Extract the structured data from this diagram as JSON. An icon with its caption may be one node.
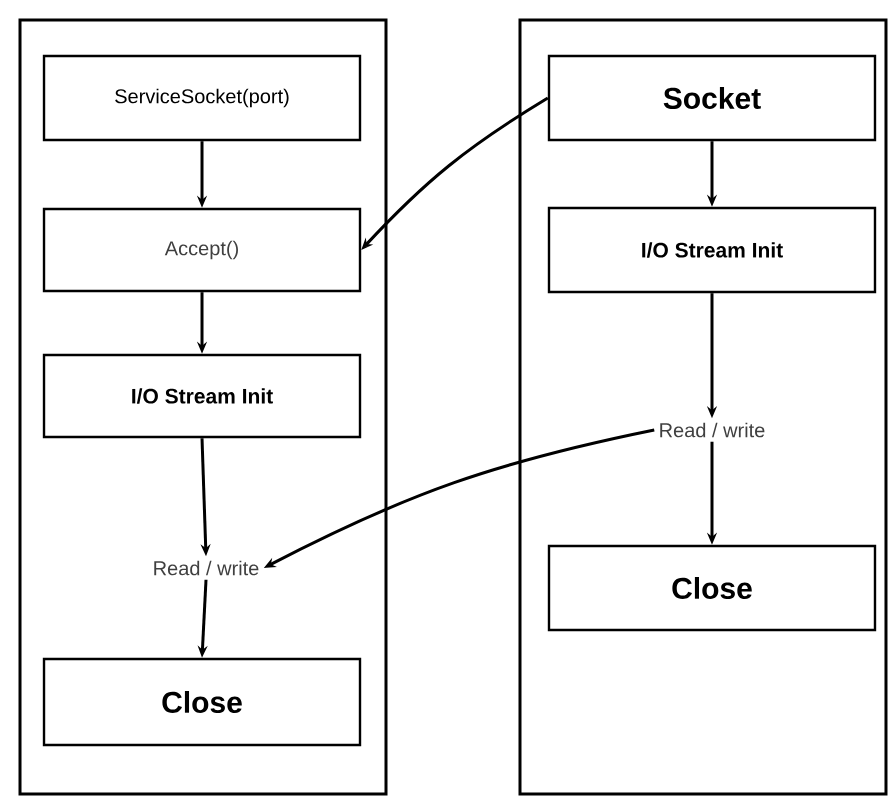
{
  "diagram": {
    "nodes": [
      {
        "text": [],
        "shape": "box"
      },
      {
        "text": [
          "ServiceSocket(port)"
        ],
        "in": 0
      },
      {
        "text": [
          "Accept()"
        ],
        "in": 0
      },
      {
        "text": [
          "I/O Stream Init"
        ],
        "in": 0
      },
      {
        "text": [
          "Read / write"
        ],
        "in": 0
      },
      {
        "text": [
          "Close"
        ],
        "in": 0
      },
      {
        "text": [],
        "shape": "box"
      },
      {
        "text": [
          "Socket"
        ],
        "in": 6
      },
      {
        "text": [
          "I/O Stream Init"
        ],
        "in": 6
      },
      {
        "text": [
          "Read / write"
        ],
        "in": 6
      },
      {
        "text": [
          "Close"
        ],
        "in": 6
      }
    ],
    "edges": [
      {
        "from": 1,
        "to": 2,
        "arrow": "to"
      },
      {
        "from": 2,
        "to": 3,
        "arrow": "to"
      },
      {
        "from": 3,
        "to": 4,
        "arrow": "to"
      },
      {
        "from": 4,
        "to": 5,
        "arrow": "to"
      },
      {
        "from": 7,
        "to": 8,
        "arrow": "to"
      },
      {
        "from": 8,
        "to": 9,
        "arrow": "to"
      },
      {
        "from": 9,
        "to": 10,
        "arrow": "to"
      },
      {
        "from": 7,
        "to": 2,
        "arrow": "to"
      },
      {
        "from": 9,
        "to": 4,
        "arrow": "to"
      }
    ]
  }
}
